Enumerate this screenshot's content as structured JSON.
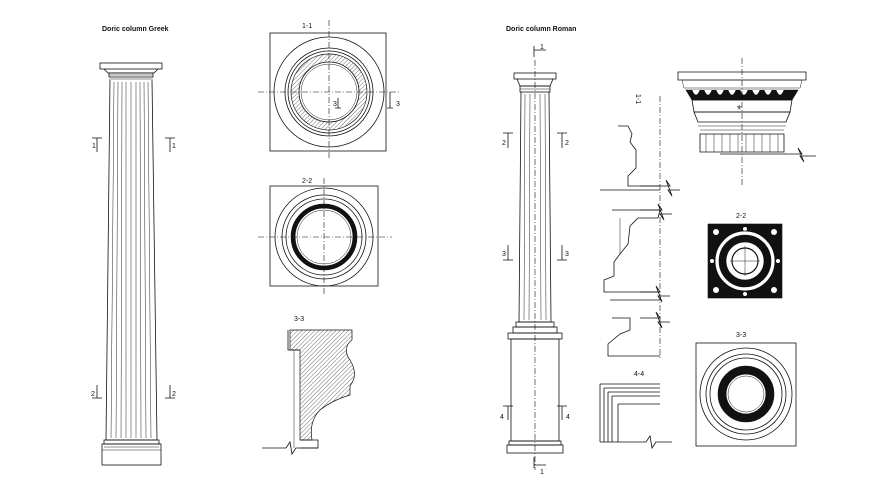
{
  "titles": {
    "greek": "Doric column Greek",
    "roman": "Doric column Roman"
  },
  "section_labels": {
    "s11": "1-1",
    "s22": "2-2",
    "s33": "3-3",
    "r11": "1-1",
    "r22": "2-2",
    "r33": "3-3",
    "r44": "4-4"
  },
  "markers": {
    "one": "1",
    "two": "2",
    "three": "3",
    "four": "4"
  }
}
